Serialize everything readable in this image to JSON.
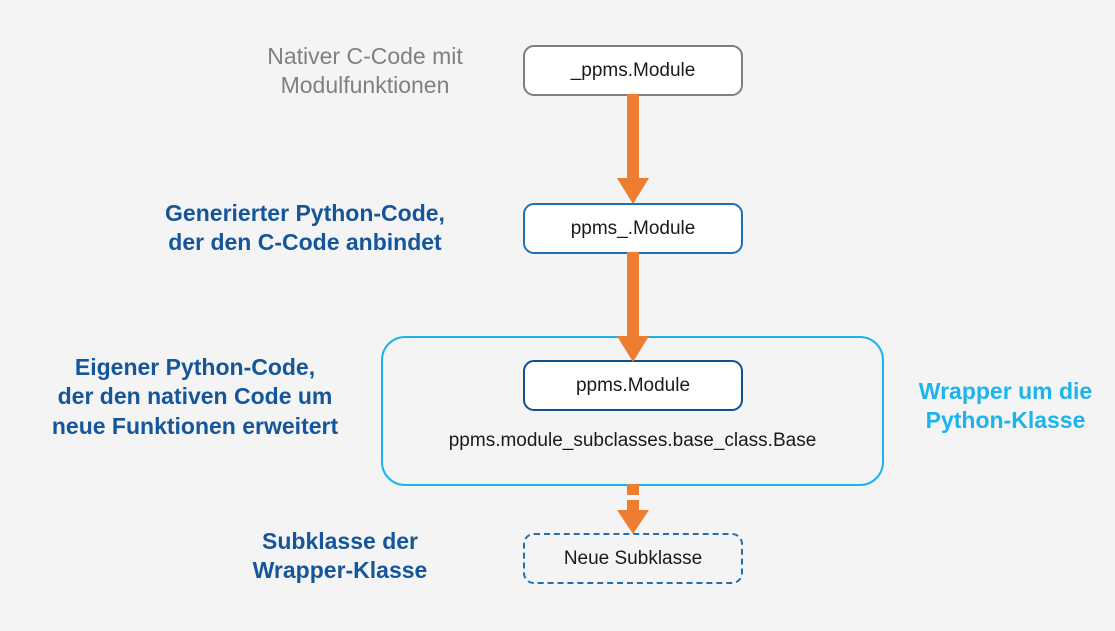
{
  "diagram": {
    "title": "ppms Python wrapper architecture",
    "background_color": "#f4f4f4",
    "colors": {
      "orange": "#ED7D31",
      "gray": "#808080",
      "dark_blue": "#15569b",
      "box_blue": "#1f6fb5",
      "cyan": "#1cb4ee"
    }
  },
  "labels": {
    "native": "Nativer C-Code mit\nModulfunktionen",
    "generated": "Generierter Python-Code,\nder den C-Code anbindet",
    "own": "Eigener Python-Code,\nder den nativen Code um\nneue Funktionen erweitert",
    "subclass": "Subklasse der\nWrapper-Klasse",
    "wrapper": "Wrapper um die\nPython-Klasse"
  },
  "nodes": {
    "ppms_c": "_ppms.Module",
    "ppms_generated": "ppms_.Module",
    "ppms_python": "ppms.Module",
    "base_class": "ppms.module_subclasses.base_class.Base",
    "new_subclass": "Neue Subklasse"
  },
  "arrows": [
    {
      "name": "arrow-c-to-generated",
      "style": "solid",
      "from": "ppms_c",
      "to": "ppms_generated"
    },
    {
      "name": "arrow-generated-to-python",
      "style": "solid",
      "from": "ppms_generated",
      "to": "ppms_python"
    },
    {
      "name": "arrow-wrapper-to-subclass",
      "style": "dashed",
      "from": "wrapper_box",
      "to": "new_subclass"
    }
  ]
}
